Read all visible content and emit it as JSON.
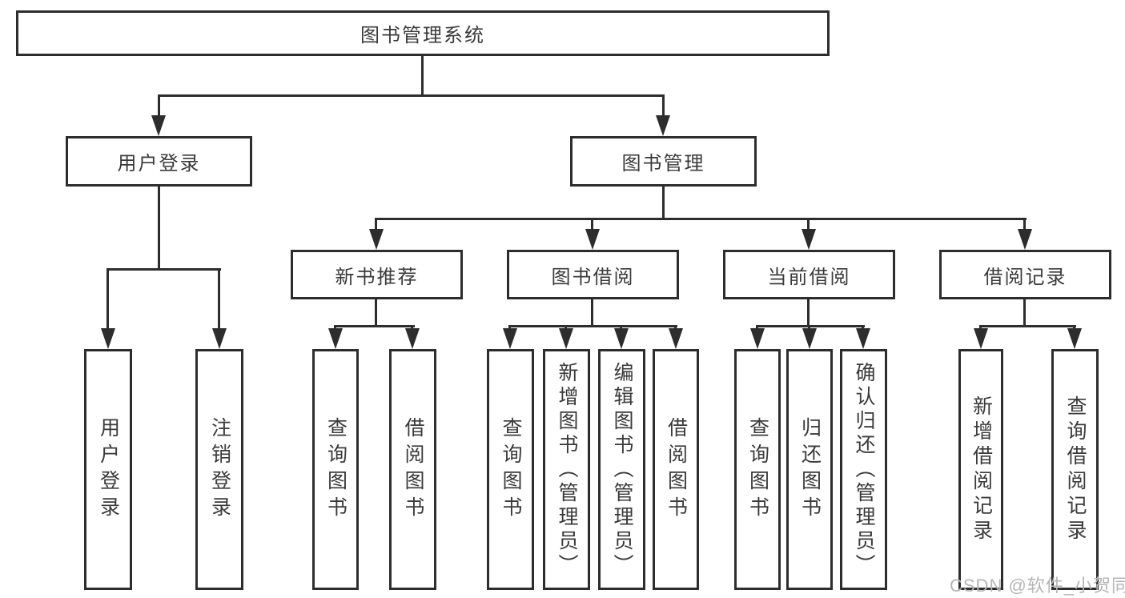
{
  "nodes": {
    "root": {
      "label": "图书管理系统"
    },
    "user_login": {
      "label": "用户登录"
    },
    "book_management": {
      "label": "图书管理"
    },
    "new_book_recommendation": {
      "label": "新书推荐"
    },
    "book_borrowing": {
      "label": "图书借阅"
    },
    "current_borrowing": {
      "label": "当前借阅"
    },
    "borrowing_records": {
      "label": "借阅记录"
    },
    "leaf_user_login": {
      "label": "用户登录"
    },
    "leaf_logout": {
      "label": "注销登录"
    },
    "leaf_nb_query_books": {
      "label": "查询图书"
    },
    "leaf_nb_borrow_books": {
      "label": "借阅图书"
    },
    "leaf_bb_query_books": {
      "label": "查询图书"
    },
    "leaf_bb_add_books_admin": {
      "label": "新增图书（管理员）"
    },
    "leaf_bb_edit_books_admin": {
      "label": "编辑图书（管理员）"
    },
    "leaf_bb_borrow_books": {
      "label": "借阅图书"
    },
    "leaf_cb_query_books": {
      "label": "查询图书"
    },
    "leaf_cb_return_books": {
      "label": "归还图书"
    },
    "leaf_cb_confirm_return_admin": {
      "label": "确认归还（管理员）"
    },
    "leaf_br_add_record": {
      "label": "新增借阅记录"
    },
    "leaf_br_query_record": {
      "label": "查询借阅记录"
    }
  },
  "watermark": {
    "text": "CSDN @软件_小贺同学"
  },
  "colors": {
    "line": "#2d2d2d",
    "text": "#3a3a3a",
    "watermark": "#b5b5b5",
    "background": "#ffffff"
  }
}
